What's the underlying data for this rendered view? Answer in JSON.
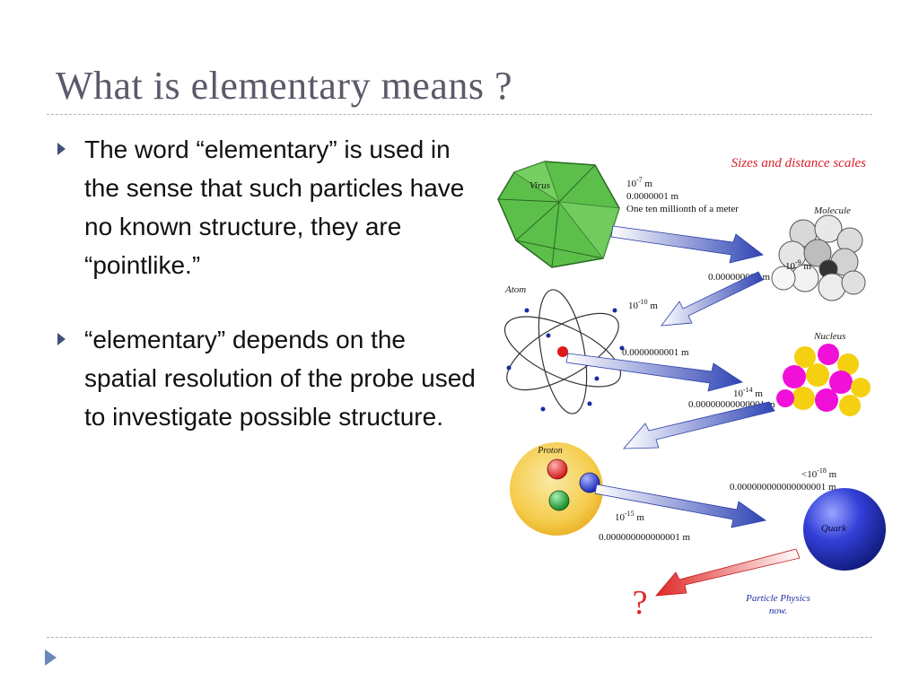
{
  "slide": {
    "title": "What is elementary means ?",
    "bullets": [
      "The word “elementary” is used in the sense that such particles have no known structure, they are “pointlike.”",
      "“elementary” depends on the spatial resolution of the probe used to investigate possible structure."
    ]
  },
  "diagram": {
    "heading": "Sizes and distance scales",
    "virus": {
      "label": "Virus",
      "exp": "-7",
      "decimal": "0.0000001 m",
      "words": "One ten millionth of a meter"
    },
    "molecule": {
      "label": "Molecule",
      "exp": "-9",
      "decimal": "0.000000001 m"
    },
    "atom": {
      "label": "Atom",
      "exp": "-10",
      "decimal": "0.0000000001 m"
    },
    "nucleus": {
      "label": "Nucleus",
      "exp": "-14",
      "decimal": "0.00000000000001 m"
    },
    "proton": {
      "label": "Proton",
      "exp": "-15",
      "decimal": "0.000000000000001 m"
    },
    "quark": {
      "label": "Quark",
      "exp": "-18",
      "decimal": "0.000000000000000001 m"
    },
    "unknown": "?",
    "now_line1": "Particle Physics",
    "now_line2": "now.",
    "colors": {
      "heading": "#d9202a",
      "arrow": "#3a50b0",
      "red_arrow": "#e23a3a",
      "virus": "#5fbf4e",
      "nucleus_magenta": "#f010d8",
      "nucleus_yellow": "#f5d010",
      "proton": "#f3c94a",
      "quark": "#2a35c8"
    }
  }
}
